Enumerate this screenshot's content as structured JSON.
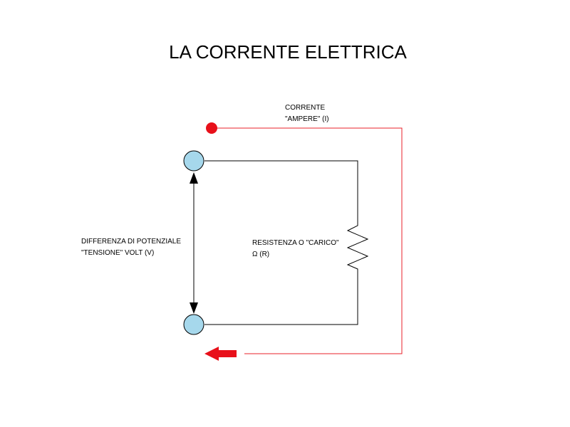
{
  "title": "LA CORRENTE ELETTRICA",
  "labels": {
    "current": {
      "line1": "CORRENTE",
      "line2": "\"AMPERE\" (I)"
    },
    "voltage": {
      "line1": "DIFFERENZA DI POTENZIALE",
      "line2": "\"TENSIONE\" VOLT (V)"
    },
    "resistance": {
      "line1": "RESISTENZA O \"CARICO\"",
      "line2": "Ω (R)"
    }
  },
  "colors": {
    "wire": "#000000",
    "current_path": "#e8202a",
    "terminal_fill": "#a6d8ec",
    "terminal_stroke": "#000000",
    "current_dot": "#e8101a",
    "current_arrow": "#e8101a"
  },
  "icons": {
    "resistor": "zigzag-resistor-icon",
    "terminal": "circle-terminal-icon",
    "voltage_arrow": "double-arrow-icon",
    "flow_arrow": "left-arrow-icon"
  }
}
